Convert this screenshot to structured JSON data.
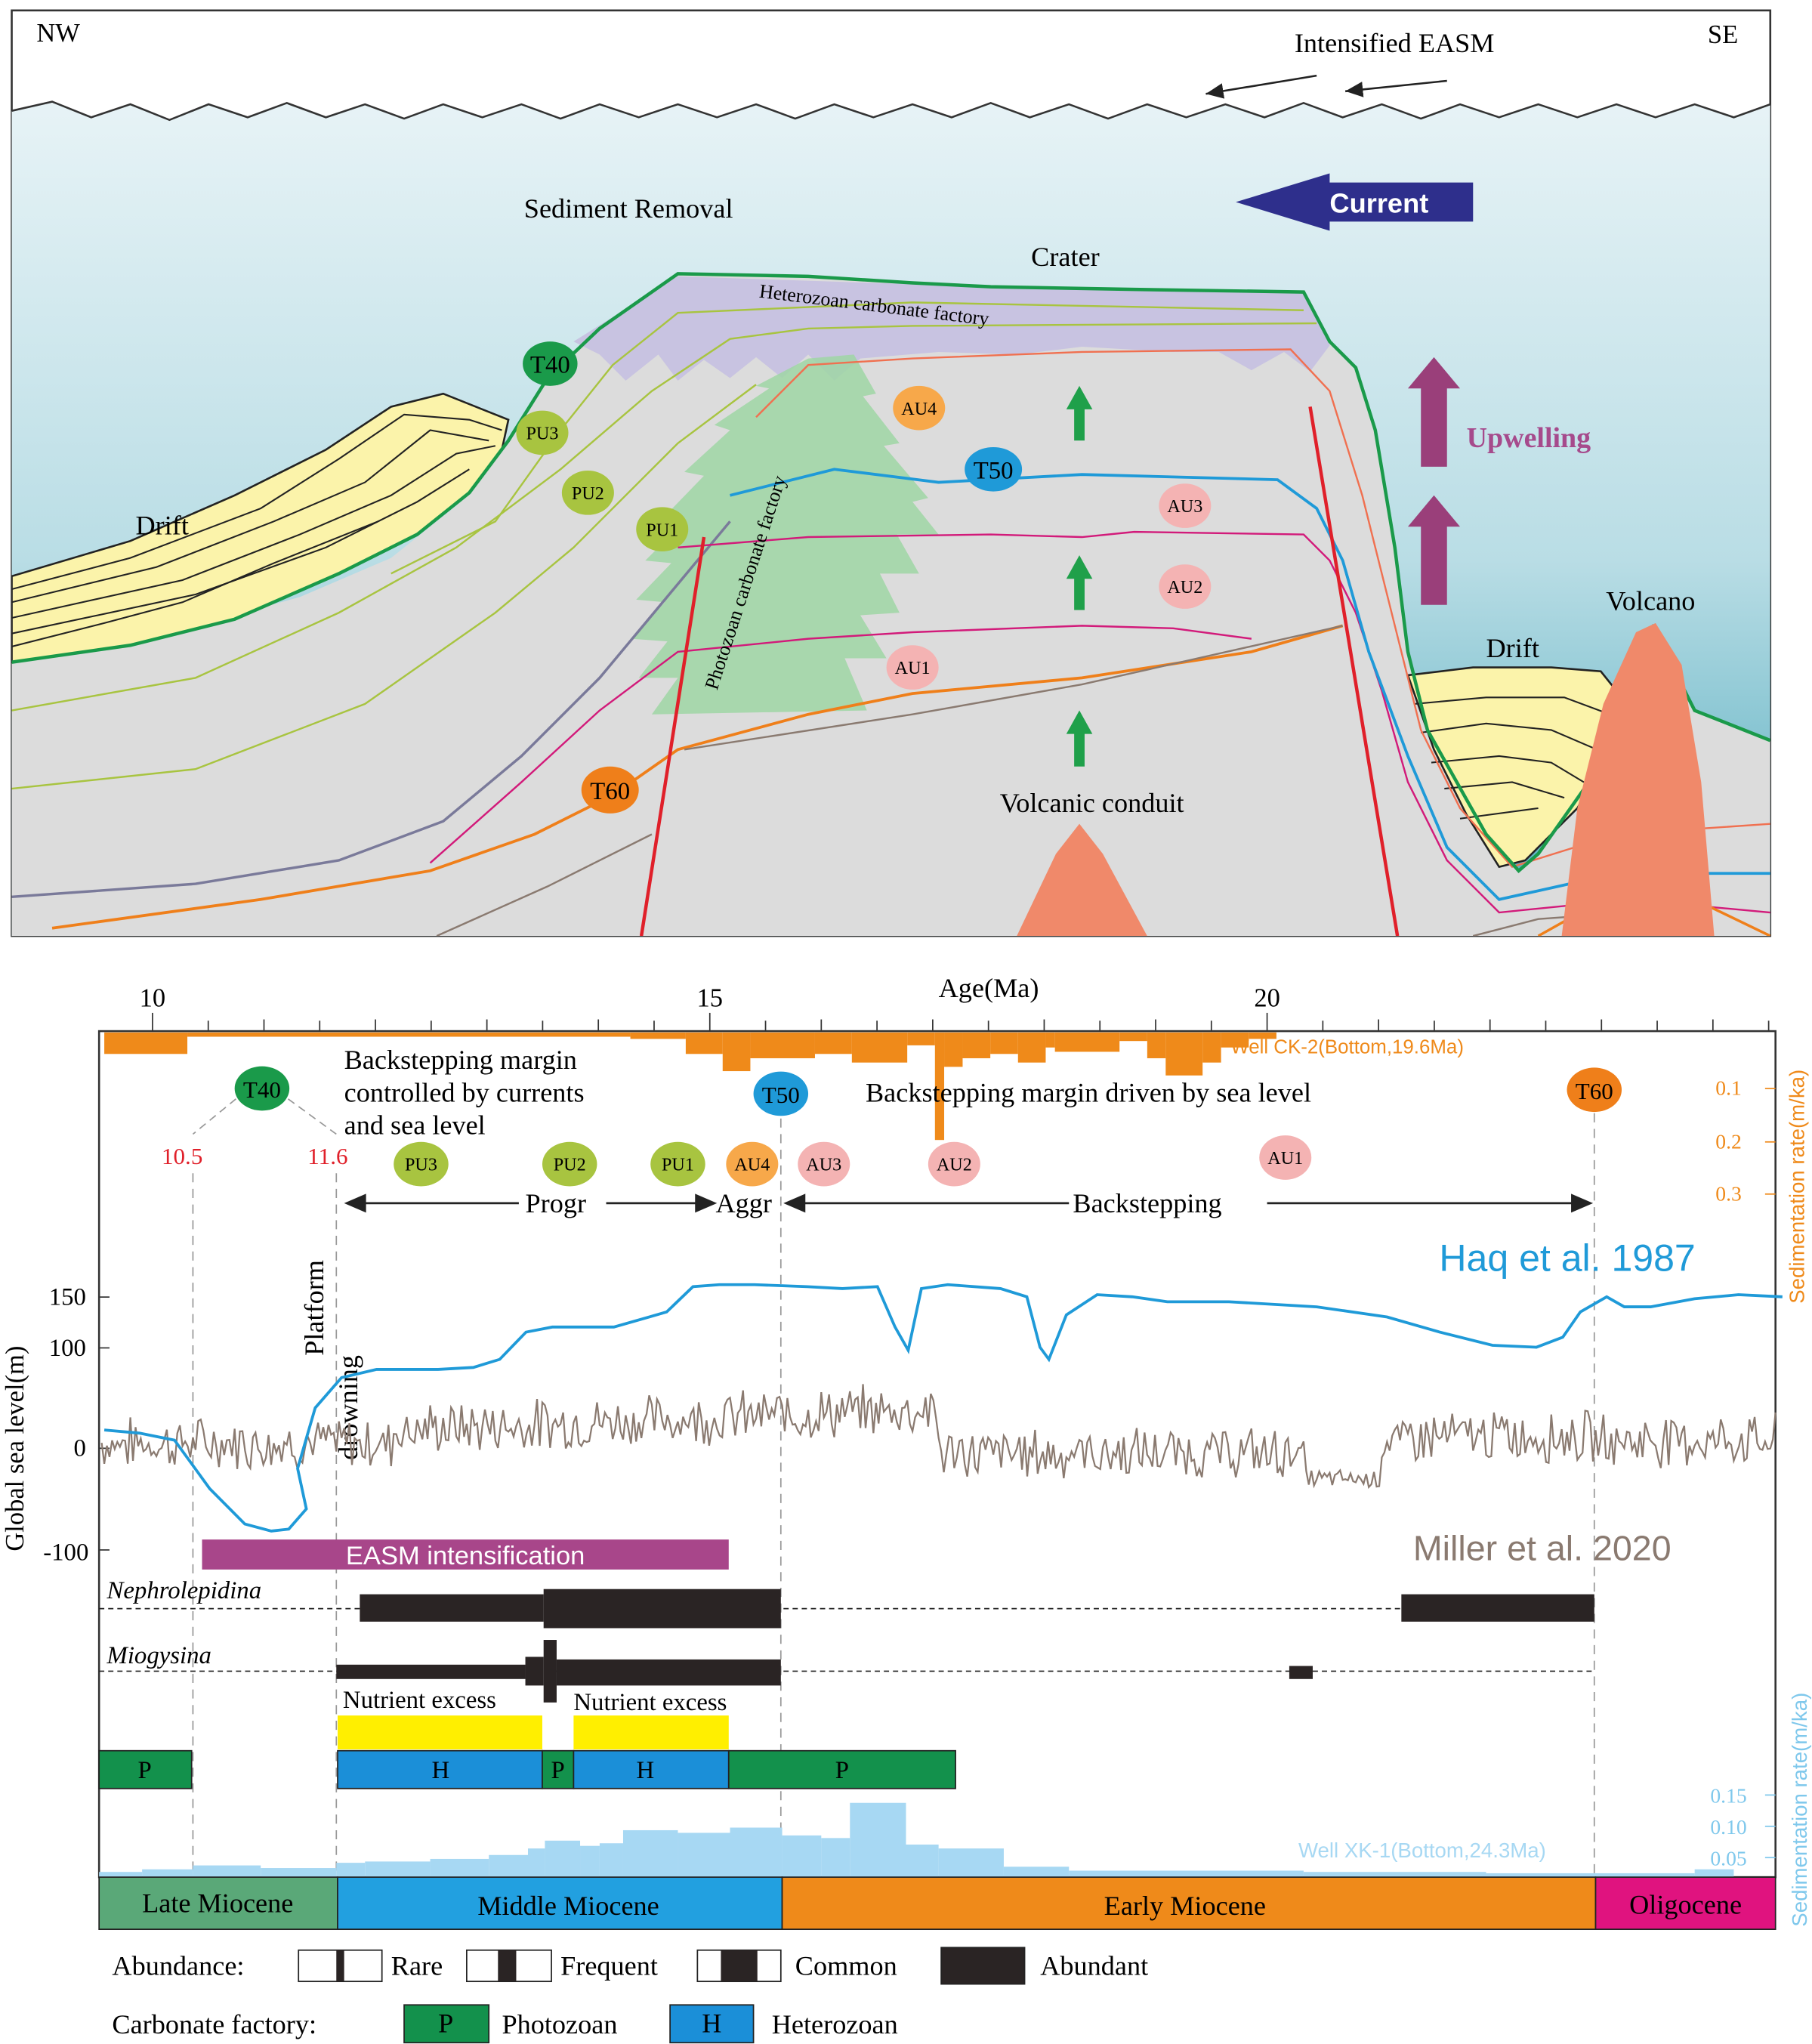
{
  "section": {
    "nw": "NW",
    "se": "SE",
    "easm": "Intensified EASM",
    "sediment_removal": "Sediment  Removal",
    "current": "Current",
    "crater": "Crater",
    "heterozoan_factory": "Heterozoan carbonate factory",
    "photozoan_factory": "Photozoan carbonate factory",
    "upwelling": "Upwelling",
    "drift_left": "Drift",
    "drift_right": "Drift",
    "volcano": "Volcano",
    "volcanic_conduit": "Volcanic conduit",
    "horizons": {
      "t40": "T40",
      "t50": "T50",
      "t60": "T60"
    },
    "units": {
      "pu1": "PU1",
      "pu2": "PU2",
      "pu3": "PU3",
      "au1": "AU1",
      "au2": "AU2",
      "au3": "AU3",
      "au4": "AU4"
    },
    "colors": {
      "sea_top": "#e4f2f5",
      "sea_bottom": "#5fb3c3",
      "sediment": "#dcdcdc",
      "drift": "#fbf3aa",
      "heterozoan": "#c9c3de",
      "photozoan": "#9fd6a4",
      "volcano": "#f0896a",
      "current_arrow": "#2e2f8c",
      "upwelling_arrow": "#9a3f7a",
      "fault": "#e0202a",
      "t40": "#1a9a4a",
      "t50": "#1f9ad8",
      "t60": "#ef7f1a"
    }
  },
  "timeline": {
    "axis_title": "Age(Ma)",
    "ticks": [
      {
        "age": 10,
        "label": "10"
      },
      {
        "age": 15,
        "label": "15"
      },
      {
        "age": 20,
        "label": "20"
      }
    ],
    "ck2_label": "Well CK-2(Bottom,19.6Ma)",
    "xk1_label": "Well XK-1(Bottom,24.3Ma)",
    "right_axis_top_title": "Sedimentation rate(m/ka)",
    "right_axis_top_ticks": [
      "0.1",
      "0.2",
      "0.3"
    ],
    "right_axis_bottom_title": "Sedimentation rate(m/ka)",
    "right_axis_bottom_ticks": [
      "0.15",
      "0.10",
      "0.05"
    ],
    "left_axis_title": "Global sea level(m)",
    "left_axis_ticks": [
      "150",
      "100",
      "0",
      "-100"
    ],
    "haq_label": "Haq et al. 1987",
    "miller_label": "Miller et al. 2020",
    "t40": "T40",
    "t50": "T50",
    "t60": "T60",
    "age_105": "10.5",
    "age_116": "11.6",
    "text_bs_currents": [
      "Backstepping    margin",
      "controlled by currents",
      "and sea level"
    ],
    "text_bs_sealevel": "Backstepping   margin driven by sea level",
    "units": {
      "pu3": "PU3",
      "pu2": "PU2",
      "pu1": "PU1",
      "au4": "AU4",
      "au3": "AU3",
      "au2": "AU2",
      "au1": "AU1"
    },
    "progr": "Progr",
    "aggr": "Aggr",
    "backstepping": "Backstepping",
    "platform_drowning": [
      "Platform",
      "drowning"
    ],
    "easm_intensification": "EASM intensification",
    "nephrolepidina": "Nephrolepidina",
    "miogysina": "Miogysina",
    "nutrient_excess_1": "Nutrient excess",
    "nutrient_excess_2": "Nutrient excess",
    "factory_bars": [
      {
        "label": "P",
        "kind": "photozoan"
      },
      {
        "label": "H",
        "kind": "heterozoan"
      },
      {
        "label": "P",
        "kind": "photozoan"
      },
      {
        "label": "H",
        "kind": "heterozoan"
      },
      {
        "label": "P",
        "kind": "photozoan"
      }
    ],
    "epochs": [
      "Late Miocene",
      "Middle Miocene",
      "Early Miocene",
      "Oligocene"
    ],
    "colors": {
      "haq": "#1f9ad8",
      "miller": "#8a7a70",
      "ck2": "#ef8a1a",
      "xk1": "#a7d8f3",
      "easm": "#a8468a",
      "nutrient": "#ffef00",
      "photozoan": "#13914c",
      "heterozoan": "#1b8fd8",
      "late": "#5aa878",
      "middle": "#22a0e0",
      "early": "#ef8a1a",
      "oligo": "#e0137f"
    }
  },
  "legend": {
    "abundance_label": "Abundance:",
    "rare": "Rare",
    "frequent": "Frequent",
    "common": "Common",
    "abundant": "Abundant",
    "factory_label": "Carbonate factory:",
    "p_box": "P",
    "h_box": "H",
    "photozoan": "Photozoan",
    "heterozoan": "Heterozoan"
  }
}
